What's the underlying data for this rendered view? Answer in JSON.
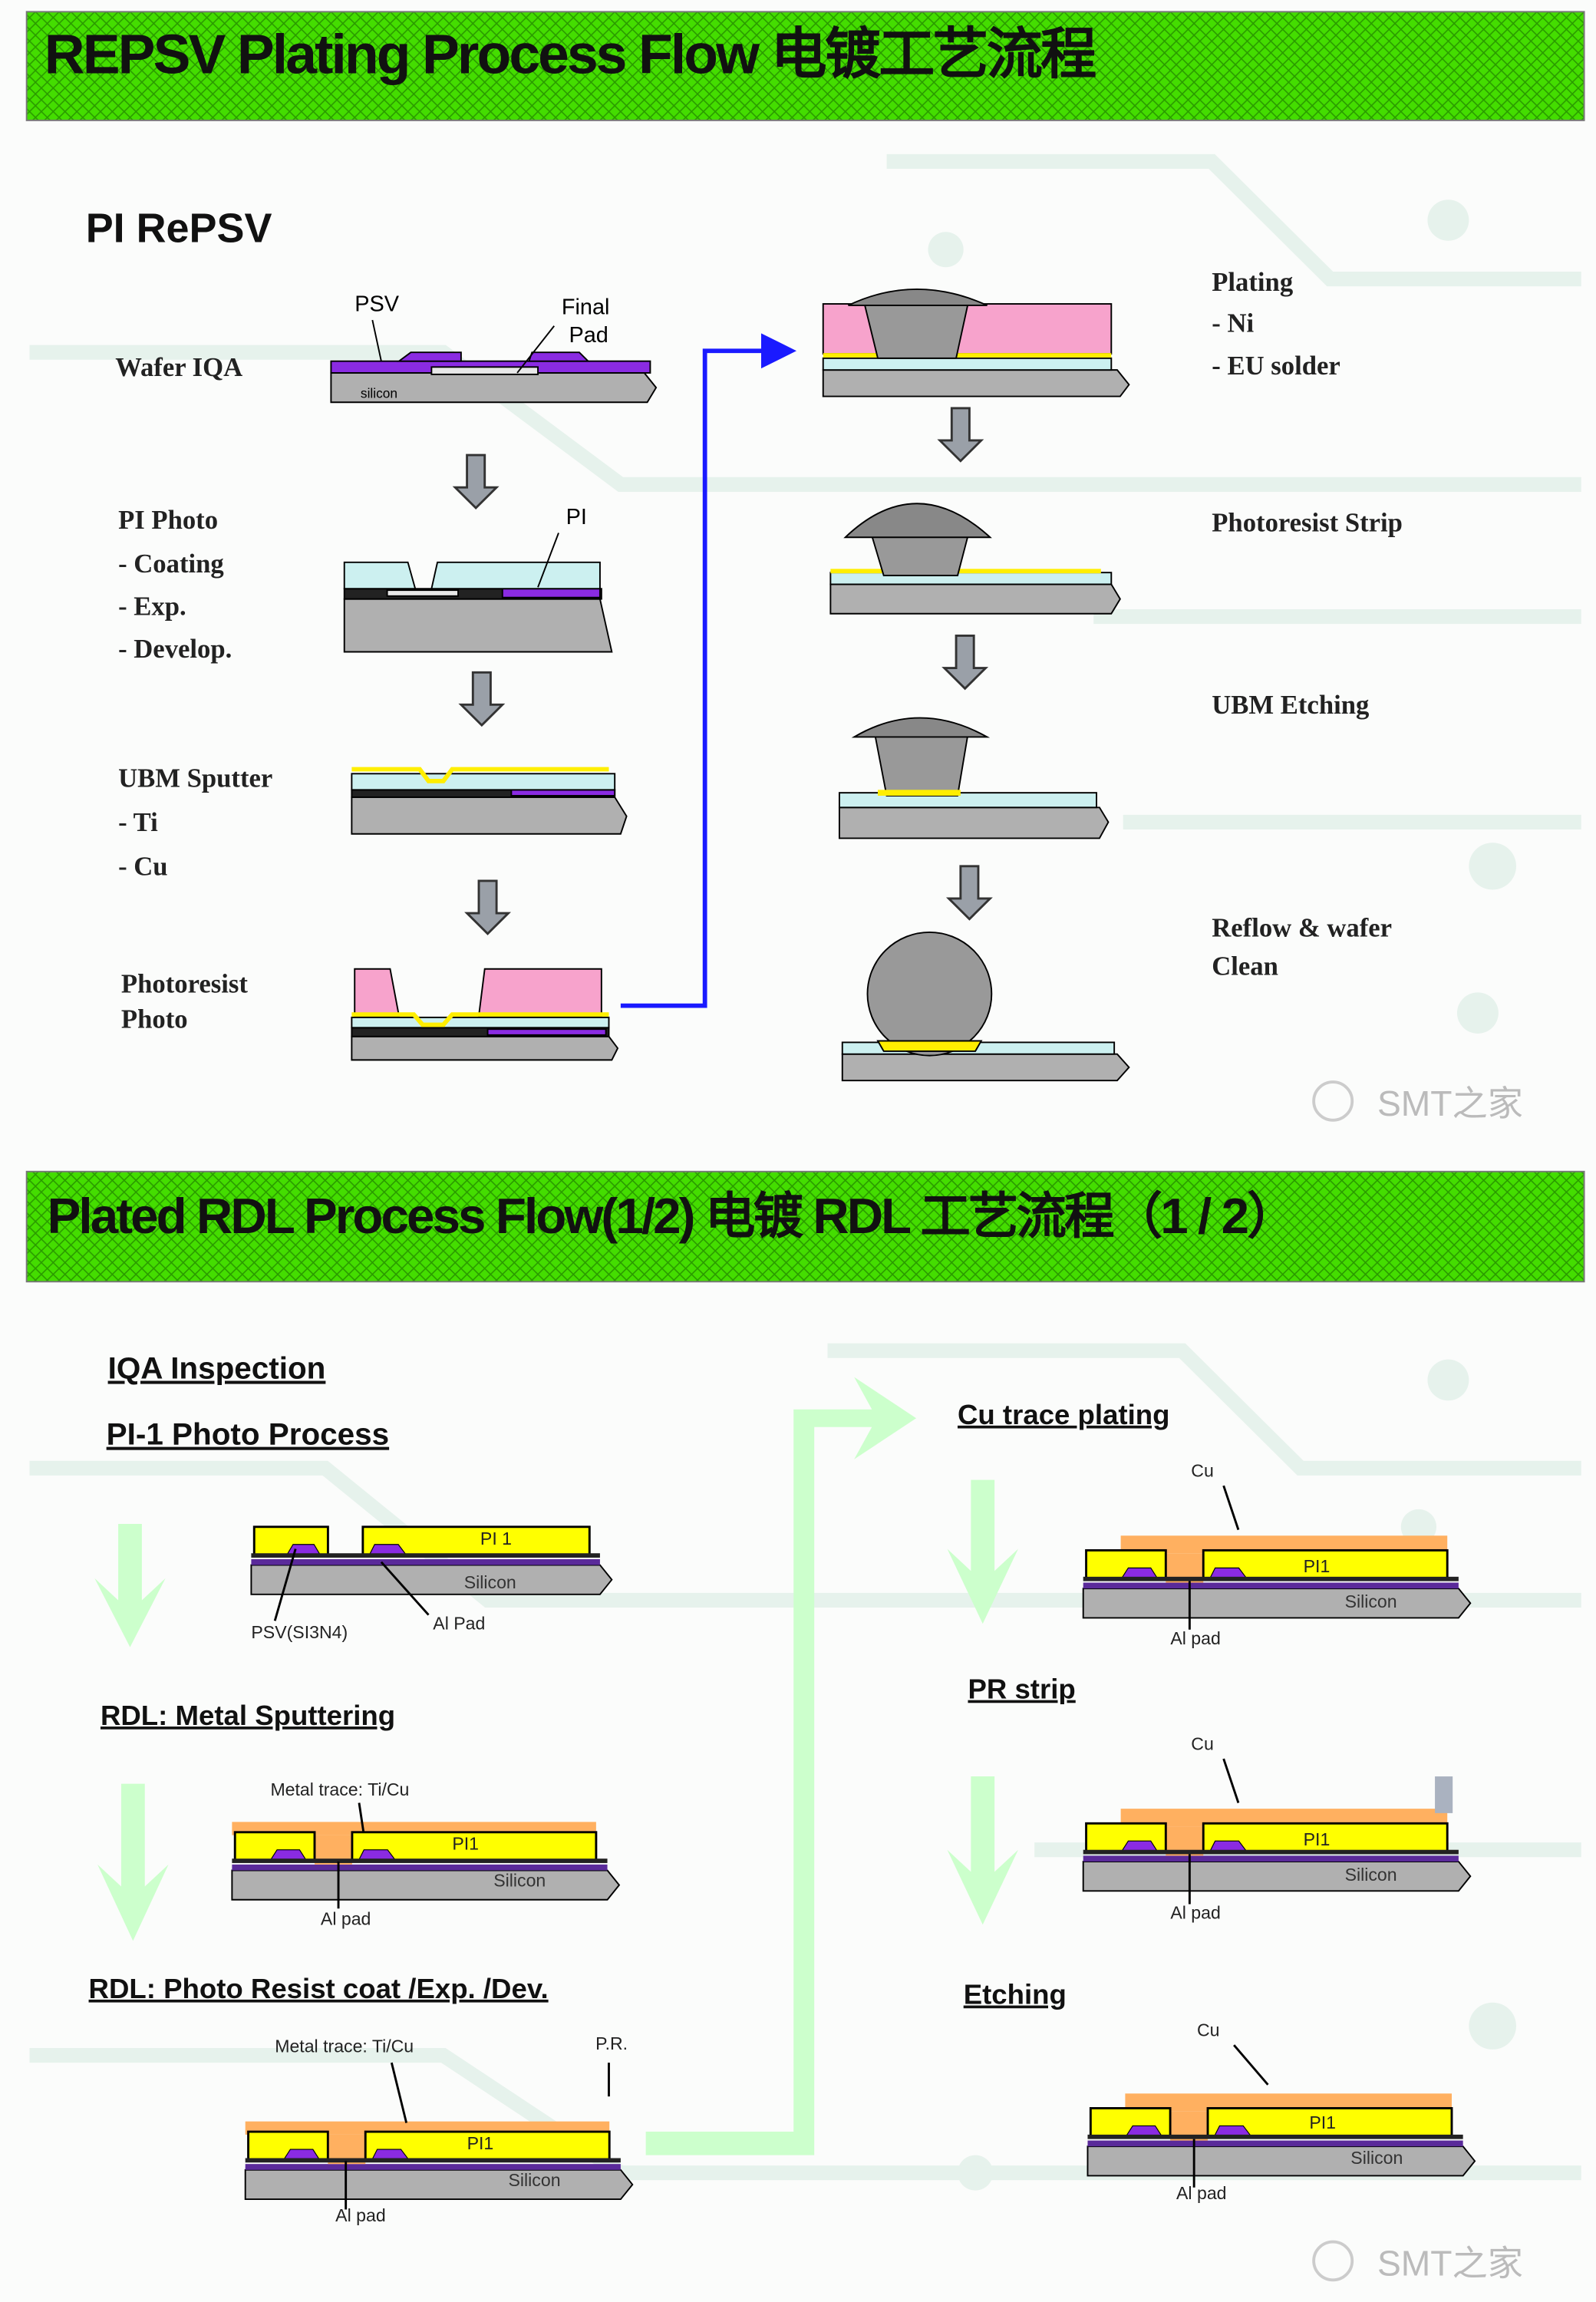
{
  "section1": {
    "banner_title": "REPSV Plating Process Flow  电镀工艺流程",
    "subtitle": "PI RePSV",
    "left_steps": {
      "wafer_iqa": "Wafer IQA",
      "pi_photo": [
        "PI Photo",
        "- Coating",
        "- Exp.",
        "- Develop."
      ],
      "ubm_sputter": [
        "UBM Sputter",
        "- Ti",
        "- Cu"
      ],
      "photoresist_photo": [
        "Photoresist",
        "Photo"
      ]
    },
    "right_steps": {
      "plating": [
        "Plating",
        "- Ni",
        "- EU solder"
      ],
      "photoresist_strip": "Photoresist Strip",
      "ubm_etching": "UBM Etching",
      "reflow": [
        "Reflow & wafer",
        "Clean"
      ]
    },
    "diagram_labels": {
      "psv": "PSV",
      "final": "Final",
      "pad": "Pad",
      "silicon": "silicon",
      "pi": "PI"
    },
    "watermark": "SMT之家"
  },
  "section2": {
    "banner_title": "Plated RDL Process Flow(1/2)   电镀 RDL 工艺流程（1 / 2）",
    "steps": {
      "iqa": "IQA Inspection",
      "pi1_photo": "PI-1 Photo Process",
      "metal_sputtering": "RDL: Metal Sputtering",
      "photo_resist": "RDL: Photo Resist coat /Exp. /Dev.",
      "cu_plating": "Cu trace plating",
      "pr_strip": "PR strip",
      "etching": "Etching"
    },
    "labels": {
      "pi_1": "PI 1",
      "pi1": "PI1",
      "silicon": "Silicon",
      "psv": "PSV(SI3N4)",
      "al_pad_cap": "Al Pad",
      "al_pad": "Al pad",
      "metal_trace": "Metal trace: Ti/Cu",
      "pr": "P.R.",
      "cu": "Cu"
    },
    "watermark": "SMT之家"
  },
  "colors": {
    "banner": "#3ed400",
    "pink": "#f7a3cc",
    "yellow": "#ffff00",
    "purple": "#8a2be2",
    "orange": "#ffb060",
    "flow_arrow_blue": "#1a1aff",
    "flow_arrow_green": "#ccffcc"
  }
}
